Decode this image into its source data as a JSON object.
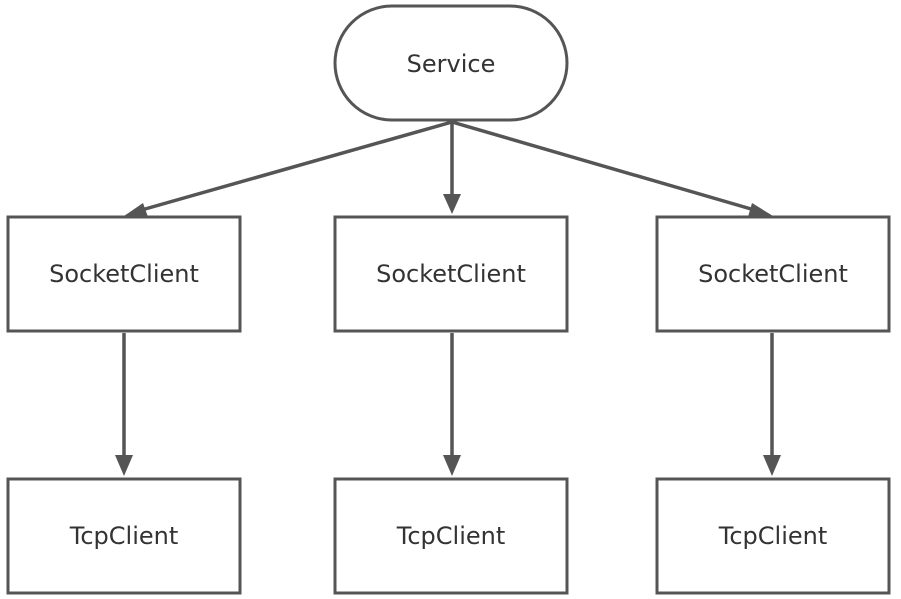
{
  "nodes": {
    "service": {
      "label": "Service",
      "shape": "stadium"
    },
    "socket_clients": [
      {
        "label": "SocketClient"
      },
      {
        "label": "SocketClient"
      },
      {
        "label": "SocketClient"
      }
    ],
    "tcp_clients": [
      {
        "label": "TcpClient"
      },
      {
        "label": "TcpClient"
      },
      {
        "label": "TcpClient"
      }
    ]
  },
  "edges": [
    {
      "from": "service",
      "to": "socket_client_1"
    },
    {
      "from": "service",
      "to": "socket_client_2"
    },
    {
      "from": "service",
      "to": "socket_client_3"
    },
    {
      "from": "socket_client_1",
      "to": "tcp_client_1"
    },
    {
      "from": "socket_client_2",
      "to": "tcp_client_2"
    },
    {
      "from": "socket_client_3",
      "to": "tcp_client_3"
    }
  ],
  "colors": {
    "stroke": "#555555",
    "text": "#333333",
    "background": "#ffffff"
  }
}
